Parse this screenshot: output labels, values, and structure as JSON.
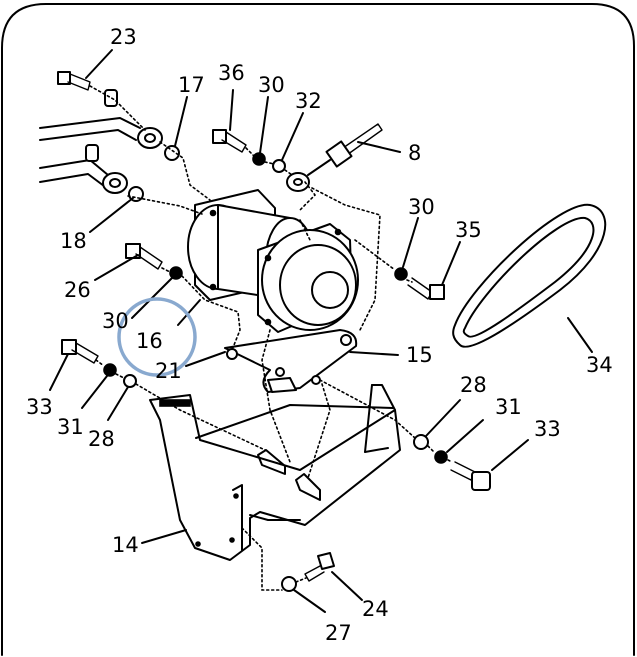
{
  "figure": {
    "callout_labels": [
      {
        "id": "23",
        "text": "23"
      },
      {
        "id": "17",
        "text": "17"
      },
      {
        "id": "36",
        "text": "36"
      },
      {
        "id": "30a",
        "text": "30"
      },
      {
        "id": "32",
        "text": "32"
      },
      {
        "id": "8",
        "text": "8"
      },
      {
        "id": "18",
        "text": "18"
      },
      {
        "id": "30b",
        "text": "30"
      },
      {
        "id": "35",
        "text": "35"
      },
      {
        "id": "26",
        "text": "26"
      },
      {
        "id": "30c",
        "text": "30"
      },
      {
        "id": "16",
        "text": "16"
      },
      {
        "id": "21",
        "text": "21"
      },
      {
        "id": "15",
        "text": "15"
      },
      {
        "id": "34",
        "text": "34"
      },
      {
        "id": "33a",
        "text": "33"
      },
      {
        "id": "31a",
        "text": "31"
      },
      {
        "id": "28a",
        "text": "28"
      },
      {
        "id": "28b",
        "text": "28"
      },
      {
        "id": "31b",
        "text": "31"
      },
      {
        "id": "33b",
        "text": "33"
      },
      {
        "id": "14",
        "text": "14"
      },
      {
        "id": "24",
        "text": "24"
      },
      {
        "id": "27",
        "text": "27"
      }
    ],
    "highlight_accent": "#89a9cf",
    "frame_color": "#000000"
  }
}
